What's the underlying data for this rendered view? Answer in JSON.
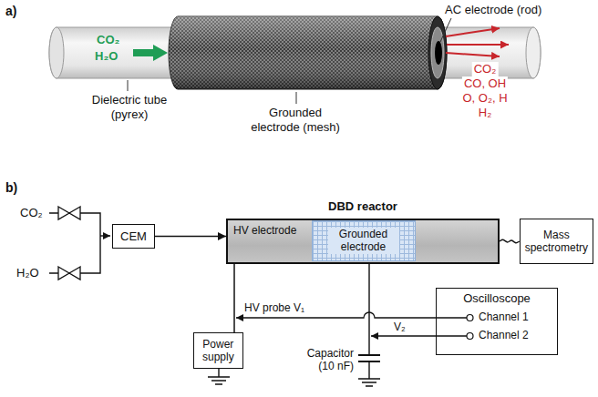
{
  "diagram": {
    "nodes": [
      {
        "text": [
          "CEM"
        ]
      },
      {
        "text": [
          "DBD reactor"
        ]
      },
      {
        "text": [
          "HV electrode"
        ],
        "in": 1
      },
      {
        "text": [
          "Grounded electrode"
        ],
        "in": 1
      },
      {
        "text": [
          "Mass spectrometry"
        ]
      },
      {
        "text": [
          "Power supply"
        ]
      },
      {
        "text": [
          "Oscilloscope",
          "Channel 1",
          "Channel 2"
        ]
      }
    ],
    "edges": [
      {
        "from": 0,
        "to": 1,
        "arrow": "to"
      },
      {
        "from": 1,
        "to": 4,
        "arrow": "none"
      },
      {
        "from": 2,
        "to": 5,
        "arrow": "none"
      }
    ],
    "labels": [
      "a)",
      "CO₂",
      "H₂O",
      "AC electrode (rod)",
      "CO₂",
      "CO, OH",
      "O, O₂, H",
      "H₂",
      "Dielectric tube (pyrex)",
      "Grounded electrode (mesh)",
      "b)",
      "CO₂",
      "H₂O",
      "HV probe V₁",
      "V₂",
      "Capacitor (10 nF)"
    ]
  }
}
